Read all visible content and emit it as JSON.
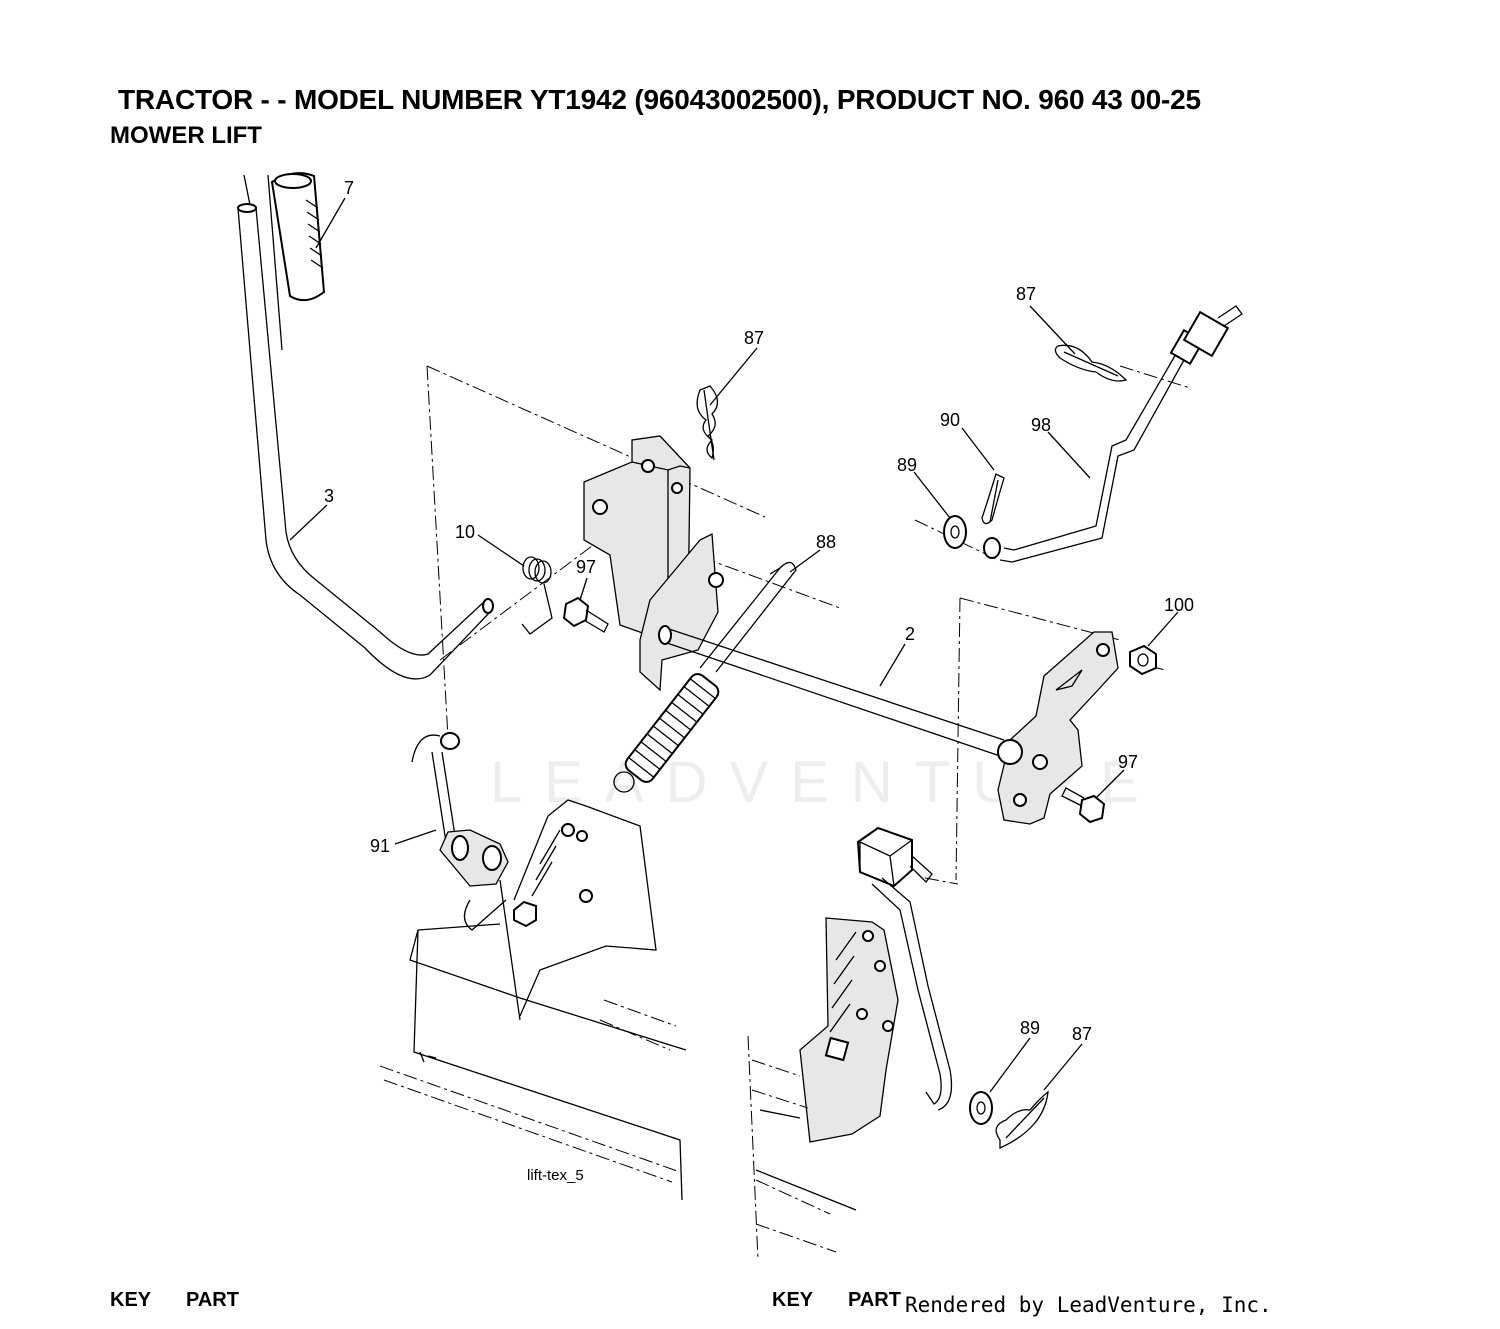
{
  "header": {
    "title": "TRACTOR - - MODEL NUMBER YT1942 (96043002500), PRODUCT NO. 960 43 00-25",
    "subtitle": "MOWER LIFT"
  },
  "diagram": {
    "watermark": "LEADVENTURE",
    "drawing_ref": "lift-tex_5",
    "callouts": [
      "7",
      "87",
      "87",
      "3",
      "10",
      "97",
      "88",
      "90",
      "98",
      "89",
      "2",
      "100",
      "97",
      "91",
      "89",
      "87"
    ]
  },
  "footer": {
    "key_left": "KEY",
    "part_left": "PART",
    "key_right": "KEY",
    "part_right": "PART",
    "rendered_by": "Rendered by LeadVenture, Inc."
  }
}
